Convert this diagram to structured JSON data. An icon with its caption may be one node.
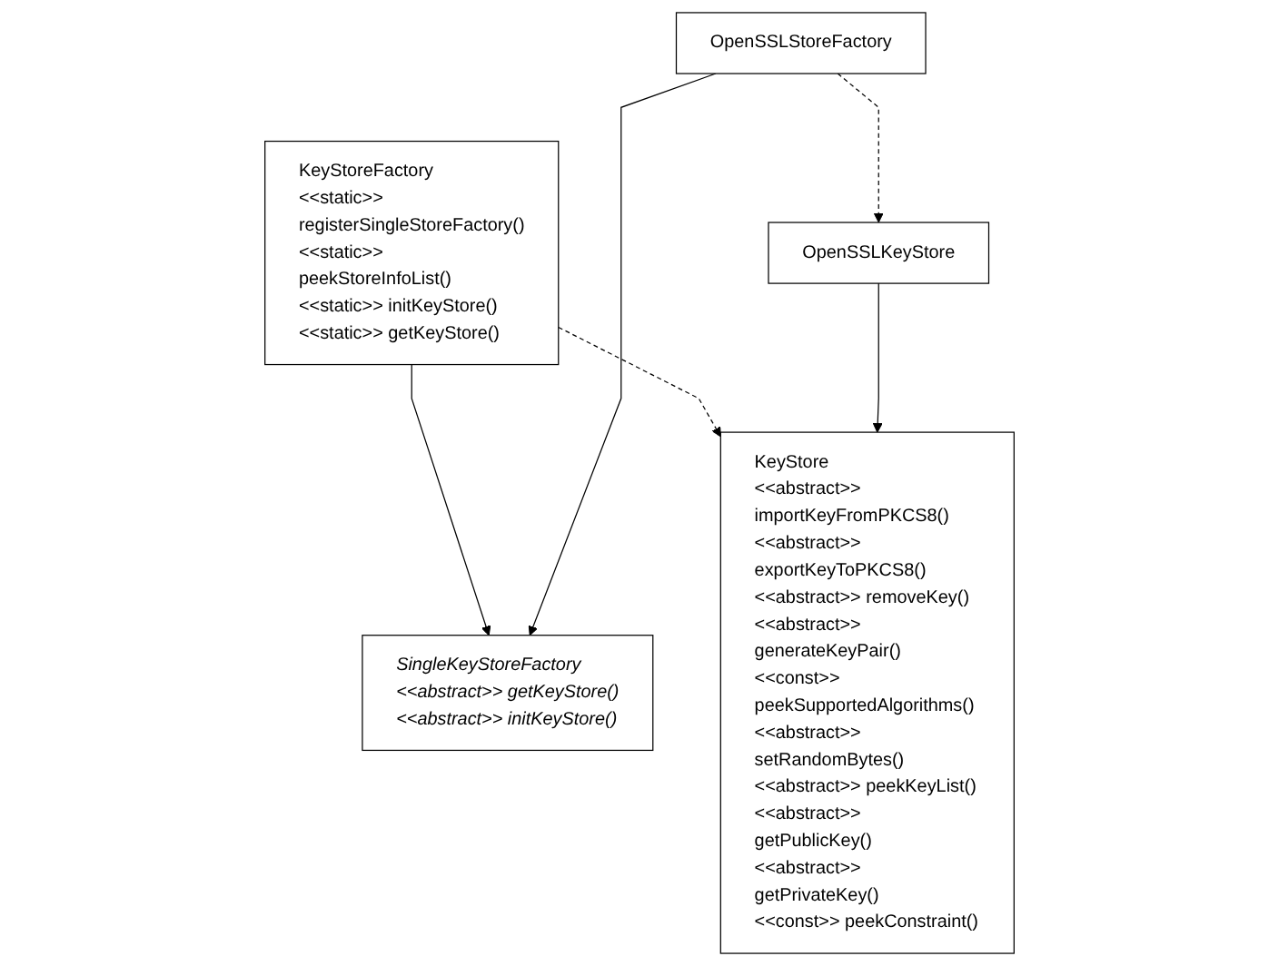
{
  "diagram": {
    "nodes": [
      {
        "text": [
          "KeyStoreFactory",
          "<<static>> registerSingleStoreFactory()",
          "<<static>> peekStoreInfoList()",
          "<<static>> initKeyStore()",
          "<<static>> getKeyStore()"
        ]
      },
      {
        "text": [
          "SingleKeyStoreFactory",
          "<<abstract>> getKeyStore()",
          "<<abstract>> initKeyStore()"
        ]
      },
      {
        "text": [
          "OpenSSLStoreFactory"
        ]
      },
      {
        "text": [
          "KeyStore",
          "<<abstract>> importKeyFromPKCS8()",
          "<<abstract>> exportKeyToPKCS8()",
          "<<abstract>> removeKey()",
          "<<abstract>> generateKeyPair()",
          "<<const>> peekSupportedAlgorithms()",
          "<<abstract>> setRandomBytes()",
          "<<abstract>> peekKeyList()",
          "<<abstract>> getPublicKey()",
          "<<abstract>> getPrivateKey()",
          "<<const>> peekConstraint()"
        ]
      },
      {
        "text": [
          "OpenSSLKeyStore"
        ]
      }
    ],
    "edges": [
      {
        "from": 0,
        "to": 1,
        "arrow": "to"
      },
      {
        "from": 0,
        "to": 3,
        "arrow": "to",
        "style": "dashed"
      },
      {
        "from": 2,
        "to": 1,
        "arrow": "to"
      },
      {
        "from": 2,
        "to": 4,
        "arrow": "to",
        "style": "dashed"
      },
      {
        "from": 4,
        "to": 3,
        "arrow": "to"
      }
    ]
  }
}
